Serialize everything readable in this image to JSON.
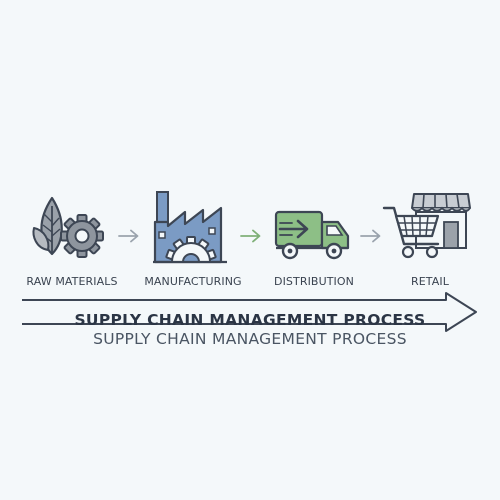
{
  "steps": [
    {
      "label": "RAW MATERIALS",
      "icon": "leaf-gear-icon"
    },
    {
      "label": "MANUFACTURING",
      "icon": "factory-icon"
    },
    {
      "label": "DISTRIBUTION",
      "icon": "delivery-truck-icon"
    },
    {
      "label": "RETAIL",
      "icon": "storefront-cart-icon"
    }
  ],
  "banner": {
    "title_bold": "SUPPLY CHAIN MANAGEMENT PROCESS",
    "title_light": "SUPPLY CHAIN MANAGEMENT PROCESS"
  },
  "colors": {
    "background": "#f4f8fa",
    "outline": "#3d4654",
    "grey_fill": "#8e959e",
    "blue_fill": "#7b9bc4",
    "green_fill": "#8dbf86",
    "green_arrow": "#6ea865",
    "connector": "#9aa3ad"
  }
}
